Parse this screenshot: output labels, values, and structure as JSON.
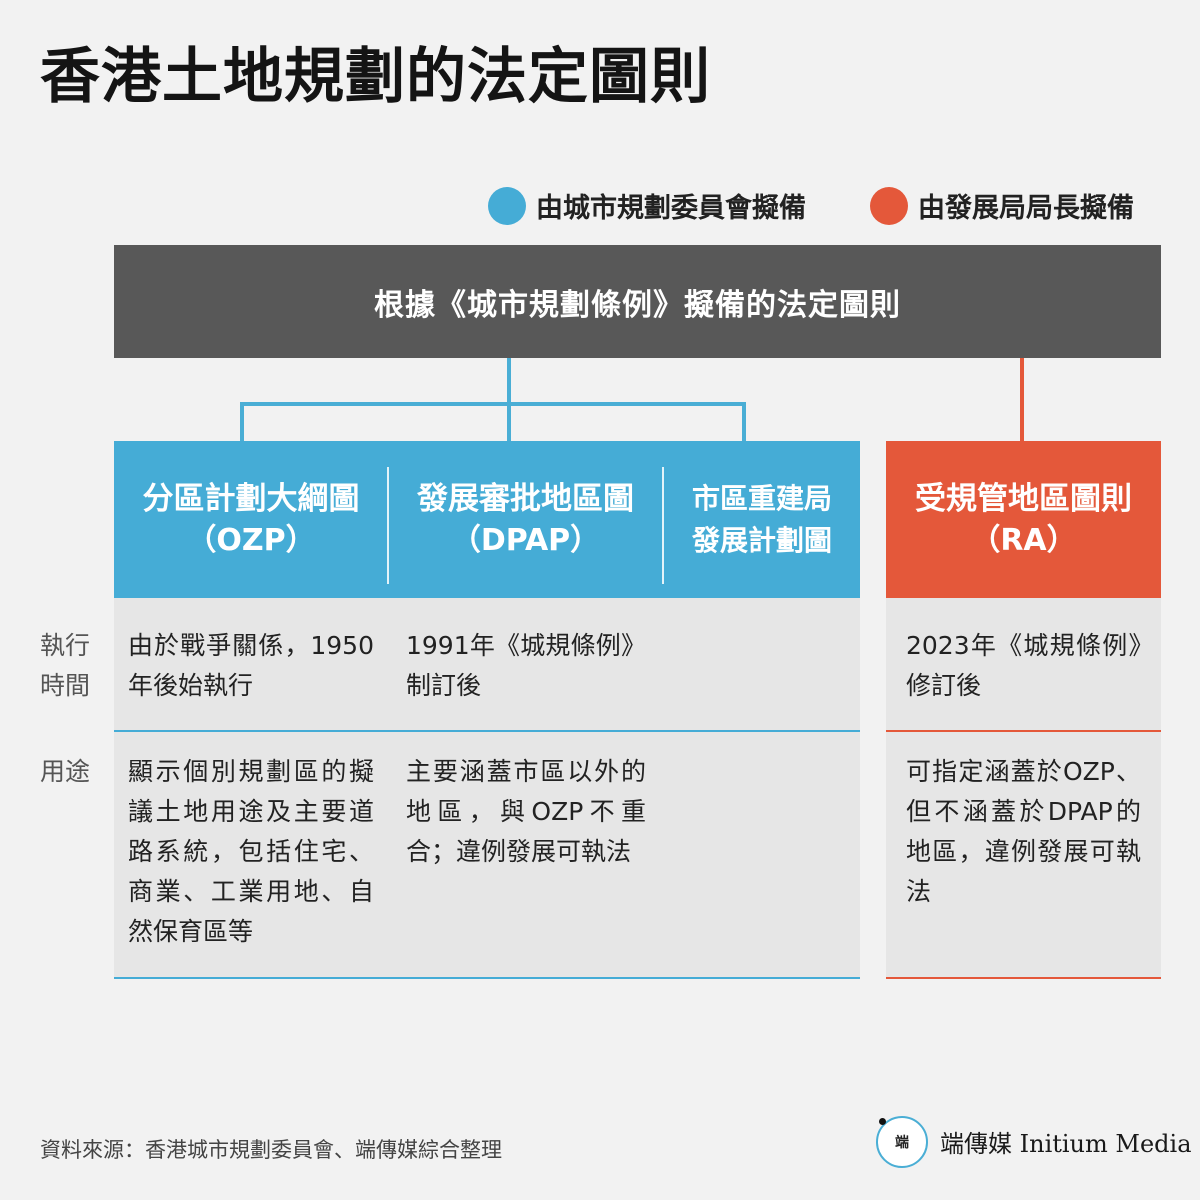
{
  "title": "香港土地規劃的法定圖則",
  "legend": [
    {
      "label": "由城市規劃委員會擬備",
      "color": "#45acd6"
    },
    {
      "label": "由發展局局長擬備",
      "color": "#e4583a"
    }
  ],
  "top_box": "根據《城市規劃條例》擬備的法定圖則",
  "columns": [
    {
      "name": "分區計劃大綱圖",
      "abbr": "（OZP）"
    },
    {
      "name": "發展審批地區圖",
      "abbr": "（DPAP）"
    },
    {
      "name_line1": "市區重建局",
      "name_line2": "發展計劃圖"
    },
    {
      "name": "受規管地區圖則",
      "abbr": "（RA）"
    }
  ],
  "row_labels": {
    "timing": "執行時間",
    "usage": "用途"
  },
  "timing": {
    "ozp": "由於戰爭關係，1950年後始執行",
    "dpap": "1991年《城規條例》制訂後",
    "ra": "2023年《城規條例》修訂後"
  },
  "usage": {
    "ozp": "顯示個別規劃區的擬議土地用途及主要道路系統，包括住宅、商業、工業用地、自然保育區等",
    "dpap": "主要涵蓋市區以外的地區，與OZP不重合；違例發展可執法",
    "ra": "可指定涵蓋於OZP、但不涵蓋於DPAP的地區，違例發展可執法"
  },
  "footer": {
    "source": "資料來源：香港城市規劃委員會、端傳媒綜合整理",
    "logo_text": "端",
    "brand": "端傳媒 Initium Media"
  },
  "colors": {
    "blue": "#45acd6",
    "red": "#e4583a",
    "dark": "#585858"
  }
}
